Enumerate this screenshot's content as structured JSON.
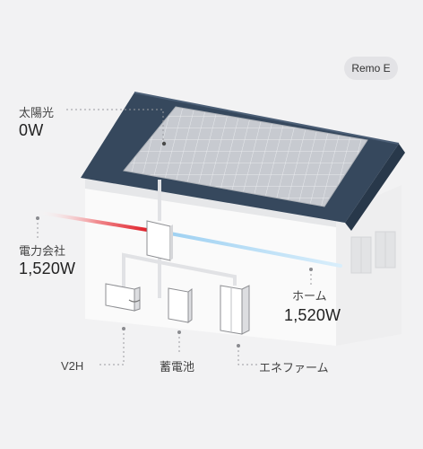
{
  "device_badge": "Remo E",
  "solar": {
    "label": "太陽光",
    "value": "0W"
  },
  "grid": {
    "label": "電力会社",
    "value": "1,520W"
  },
  "home": {
    "label": "ホーム",
    "value": "1,520W"
  },
  "devices": {
    "v2h": "V2H",
    "battery": "蓄電池",
    "enefarm": "エネファーム"
  },
  "colors": {
    "background": "#f2f2f3",
    "roof": "#36485d",
    "solar_panel": "#c9ccd1",
    "wall": "#fafafa",
    "grid_flow": "#e0202a",
    "home_flow": "#b9dcf4",
    "badge_bg": "#e3e3e6"
  },
  "icons": [
    "solar-panel-icon",
    "house-icon",
    "distribution-board-icon",
    "v2h-charger-icon",
    "battery-icon",
    "enefarm-unit-icon"
  ]
}
